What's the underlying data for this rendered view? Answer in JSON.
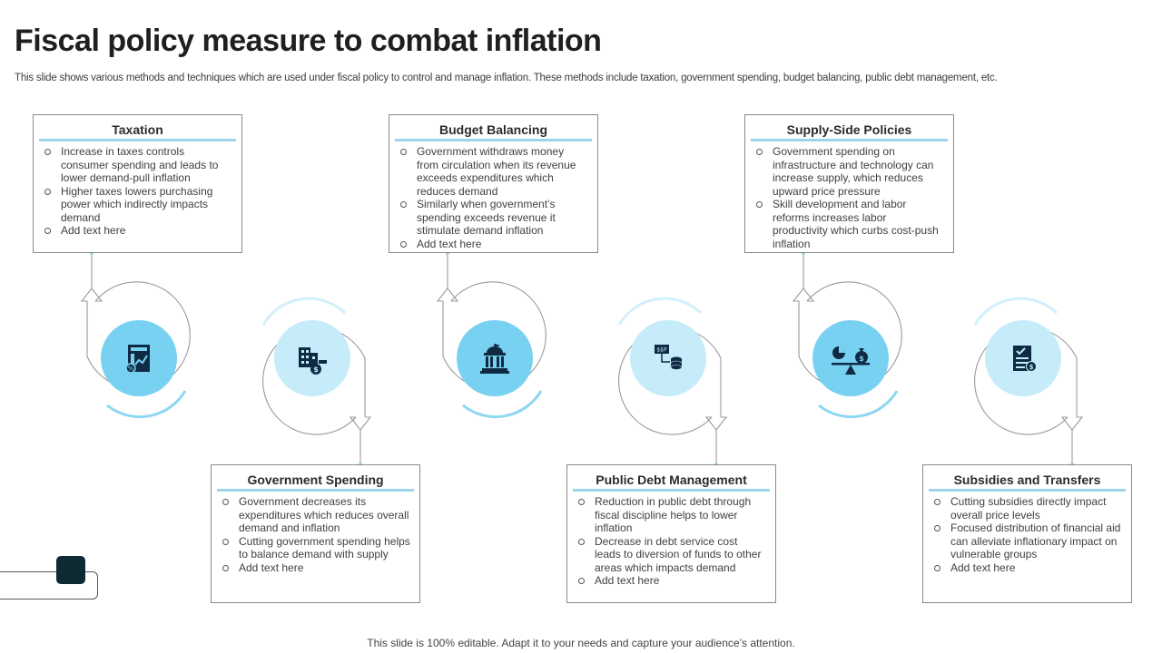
{
  "header": {
    "title": "Fiscal policy measure to combat inflation",
    "subtitle": "This slide shows various methods and techniques which are used under fiscal policy to control and manage inflation. These methods include taxation, government spending, budget balancing, public debt management, etc."
  },
  "colors": {
    "accent_dark": "#79d1f2",
    "accent_light": "#c6ecfa",
    "underline": "#9fd5ec",
    "icon": "#0f2b44"
  },
  "cards": [
    {
      "title": "Taxation",
      "icon": "tax-document-icon",
      "items": [
        "Increase in taxes controls consumer spending and leads to lower demand-pull inflation",
        "Higher taxes lowers purchasing power which indirectly impacts demand",
        "Add text here"
      ]
    },
    {
      "title": "Government Spending",
      "icon": "government-building-money-icon",
      "items": [
        "Government decreases its expenditures which reduces overall demand and inflation",
        "Cutting government spending helps to balance demand with supply",
        "Add text here"
      ]
    },
    {
      "title": "Budget Balancing",
      "icon": "bank-building-icon",
      "items": [
        "Government withdraws money from circulation when its revenue exceeds expenditures which reduces demand",
        "Similarly when government’s spending exceeds revenue it stimulate demand inflation",
        "Add text here"
      ]
    },
    {
      "title": "Public Debt Management",
      "icon": "debt-money-coins-icon",
      "items": [
        "Reduction in public debt through fiscal discipline helps to lower inflation",
        "Decrease in debt service cost leads to diversion of funds to other areas which impacts demand",
        "Add text here"
      ]
    },
    {
      "title": "Supply-Side Policies",
      "icon": "balance-scale-icon",
      "items": [
        "Government spending on infrastructure and technology can increase supply, which reduces upward price pressure",
        "Skill development and labor reforms increases labor productivity which curbs cost-push inflation"
      ]
    },
    {
      "title": "Subsidies and Transfers",
      "icon": "checklist-money-icon",
      "items": [
        "Cutting subsidies directly impact overall price levels",
        "Focused distribution of financial aid can alleviate inflationary impact on vulnerable groups",
        "Add text here"
      ]
    }
  ],
  "footer": {
    "text": "This slide is 100% editable. Adapt it to your needs and capture your audience’s attention."
  }
}
